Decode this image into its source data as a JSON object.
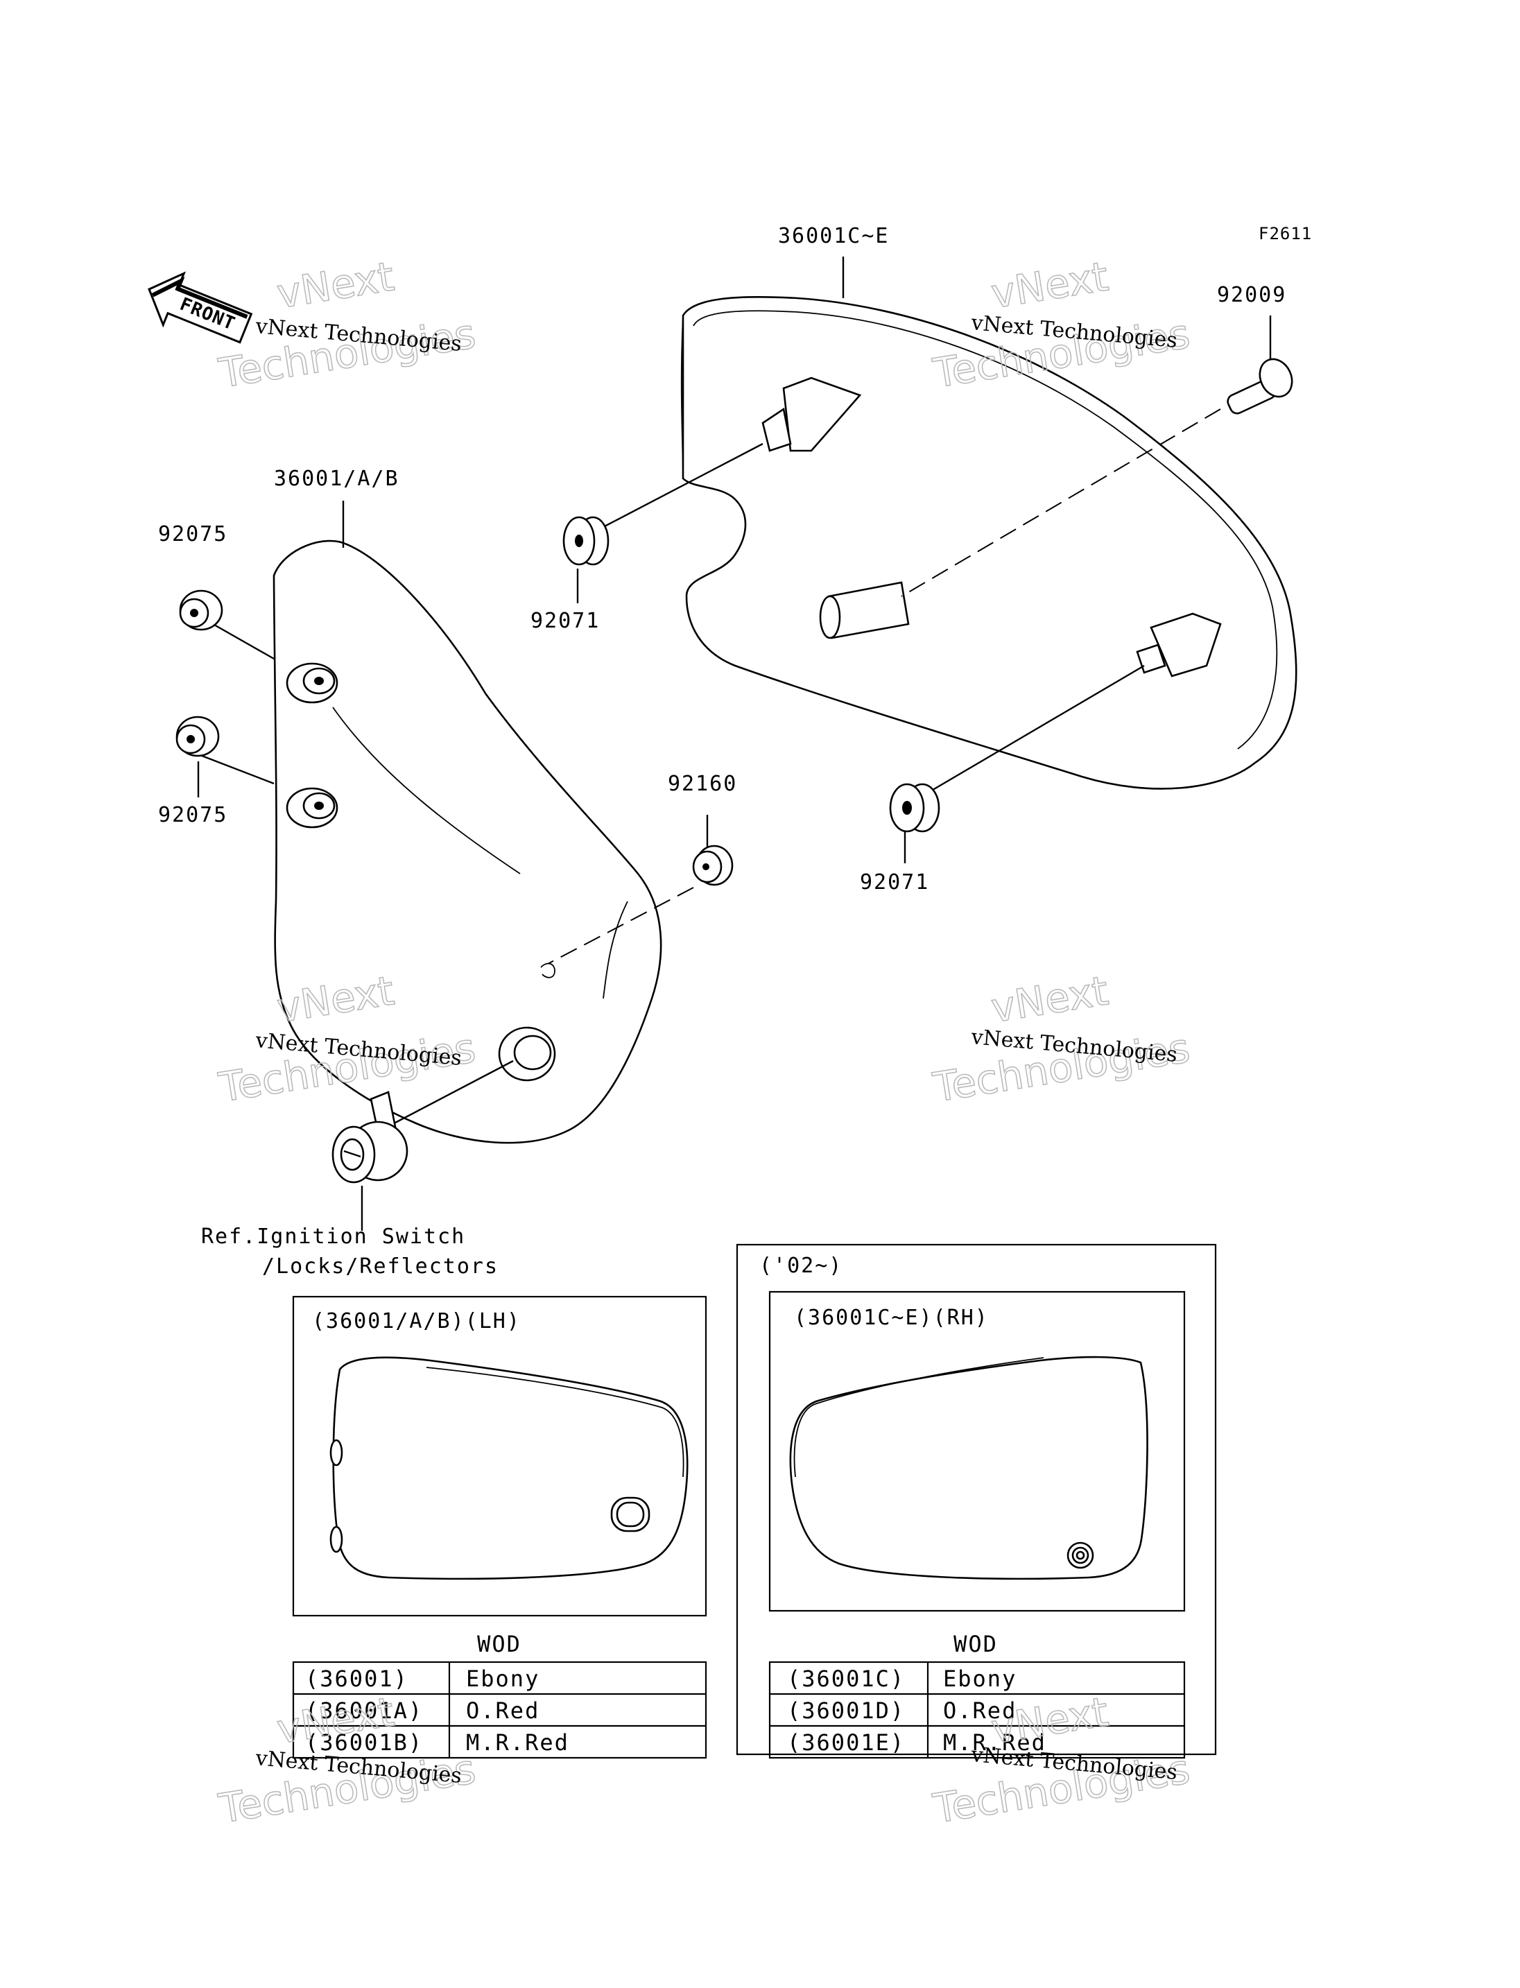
{
  "figure_code": "F2611",
  "front_arrow_text": "FRONT",
  "labels": {
    "cover_rh": "36001C~E",
    "bolt": "92009",
    "cover_lh": "36001/A/B",
    "grommet_upper": "92075",
    "grommet_lower": "92075",
    "grommet_rh_upper": "92071",
    "grommet_rh_lower": "92071",
    "damper": "92160",
    "ref_line1": "Ref.Ignition Switch",
    "ref_line2": "/Locks/Reflectors"
  },
  "year_box": "('02~)",
  "lh_panel": {
    "title": "(36001/A/B)(LH)",
    "header": "WOD",
    "rows": [
      {
        "code": "(36001)",
        "color": "Ebony"
      },
      {
        "code": "(36001A)",
        "color": "O.Red"
      },
      {
        "code": "(36001B)",
        "color": "M.R.Red"
      }
    ]
  },
  "rh_panel": {
    "title": "(36001C~E)(RH)",
    "header": "WOD",
    "rows": [
      {
        "code": "(36001C)",
        "color": "Ebony"
      },
      {
        "code": "(36001D)",
        "color": "O.Red"
      },
      {
        "code": "(36001E)",
        "color": "M.R.Red"
      }
    ]
  },
  "watermark": {
    "line_small": "vNext Technologies",
    "word_a": "vNext",
    "word_b": "Technologies"
  }
}
